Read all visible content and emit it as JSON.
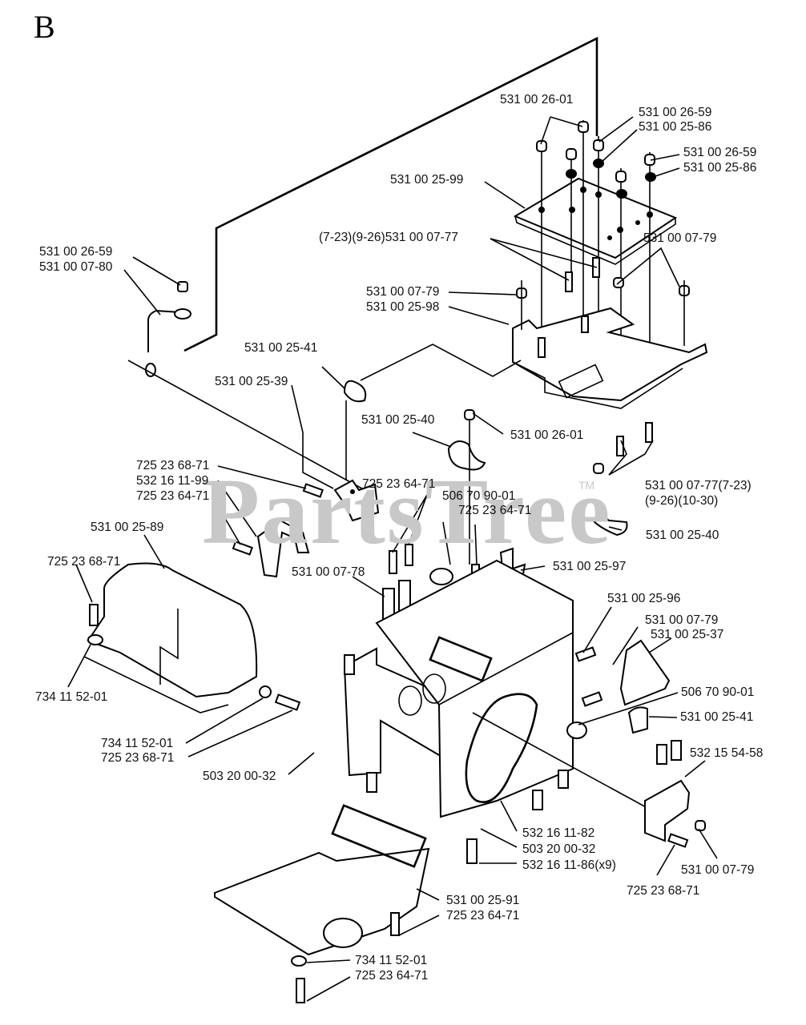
{
  "diagram": {
    "section_letter": "B",
    "watermark": "PartsTree",
    "watermark_tm": "TM",
    "callouts": [
      {
        "id": "c1",
        "text": "531 00 26-01"
      },
      {
        "id": "c2",
        "text": "531 00 26-59"
      },
      {
        "id": "c3",
        "text": "531 00 25-86"
      },
      {
        "id": "c4",
        "text": "531 00 26-59"
      },
      {
        "id": "c5",
        "text": "531 00 25-86"
      },
      {
        "id": "c6",
        "text": "531 00 25-99"
      },
      {
        "id": "c7",
        "text": "(7-23)(9-26)531 00 07-77"
      },
      {
        "id": "c8",
        "text": "531 00 07-79"
      },
      {
        "id": "c9",
        "text": "531 00 26-59"
      },
      {
        "id": "c10",
        "text": "531 00 07-80"
      },
      {
        "id": "c11",
        "text": "531 00 07-79"
      },
      {
        "id": "c12",
        "text": "531 00 25-98"
      },
      {
        "id": "c13",
        "text": "531 00 25-41"
      },
      {
        "id": "c14",
        "text": "531 00 25-39"
      },
      {
        "id": "c15",
        "text": "531 00 25-40"
      },
      {
        "id": "c16",
        "text": "531 00 26-01"
      },
      {
        "id": "c17",
        "text": "725 23 68-71"
      },
      {
        "id": "c18",
        "text": "532 16 11-99"
      },
      {
        "id": "c19",
        "text": "725 23 64-71"
      },
      {
        "id": "c20",
        "text": "725 23 64-71"
      },
      {
        "id": "c21",
        "text": "531 00 07-77(7-23)"
      },
      {
        "id": "c22",
        "text": "(9-26)(10-30)"
      },
      {
        "id": "c23",
        "text": "506 70 90-01"
      },
      {
        "id": "c24",
        "text": "725 23 64-71"
      },
      {
        "id": "c25",
        "text": "531 00 25-40"
      },
      {
        "id": "c26",
        "text": "531 00 25-89"
      },
      {
        "id": "c27",
        "text": "725 23 68-71"
      },
      {
        "id": "c28",
        "text": "531 00 07-78"
      },
      {
        "id": "c29",
        "text": "531 00 25-97"
      },
      {
        "id": "c30",
        "text": "531 00 25-96"
      },
      {
        "id": "c31",
        "text": "531 00 07-79"
      },
      {
        "id": "c32",
        "text": "531 00 25-37"
      },
      {
        "id": "c33",
        "text": "734 11 52-01"
      },
      {
        "id": "c34",
        "text": "506 70 90-01"
      },
      {
        "id": "c35",
        "text": "531 00 25-41"
      },
      {
        "id": "c36",
        "text": "734 11 52-01"
      },
      {
        "id": "c37",
        "text": "725 23 68-71"
      },
      {
        "id": "c38",
        "text": "503 20 00-32"
      },
      {
        "id": "c39",
        "text": "532 15 54-58"
      },
      {
        "id": "c40",
        "text": "532 16 11-82"
      },
      {
        "id": "c41",
        "text": "503 20 00-32"
      },
      {
        "id": "c42",
        "text": "532 16 11-86(x9)"
      },
      {
        "id": "c43",
        "text": "531 00 07-79"
      },
      {
        "id": "c44",
        "text": "725 23 68-71"
      },
      {
        "id": "c45",
        "text": "531 00 25-91"
      },
      {
        "id": "c46",
        "text": "725 23 64-71"
      },
      {
        "id": "c47",
        "text": "734 11 52-01"
      },
      {
        "id": "c48",
        "text": "725 23 64-71"
      }
    ]
  }
}
